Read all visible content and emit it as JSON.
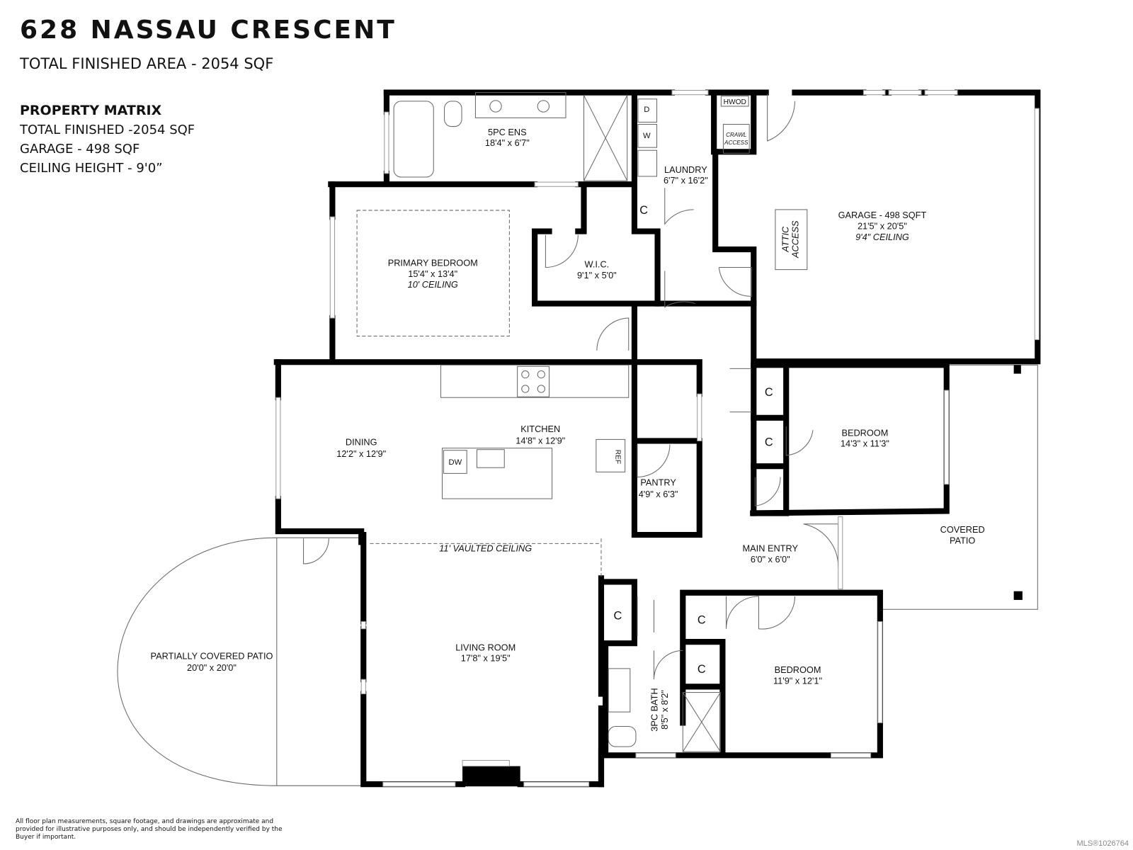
{
  "header": {
    "title": "628 NASSAU CRESCENT",
    "subtitle": "TOTAL FINISHED AREA - 2054 SQF"
  },
  "matrix": {
    "heading": "PROPERTY MATRIX",
    "lines": [
      "TOTAL FINISHED -2054 SQF",
      "GARAGE - 498 SQF",
      "CEILING HEIGHT - 9'0”"
    ]
  },
  "rooms": {
    "ensuite": {
      "name": "5PC ENS",
      "dims": "18'4\" x 6'7\""
    },
    "dryer": "D",
    "washer": "W",
    "laundry": {
      "name": "LAUNDRY",
      "dims": "6'7\" x 16'2\""
    },
    "hwod": "HWOD",
    "crawl": {
      "l1": "CRAWL",
      "l2": "ACCESS"
    },
    "garage": {
      "name": "GARAGE - 498 SQFT",
      "dims": "21'5\" x 20'5\"",
      "ceiling": "9'4\" CEILING"
    },
    "attic": {
      "l1": "ATTIC",
      "l2": "ACCESS"
    },
    "primary": {
      "name": "PRIMARY BEDROOM",
      "dims": "15'4\" x 13'4\"",
      "ceiling": "10' CEILING"
    },
    "wic": {
      "name": "W.I.C.",
      "dims": "9'1\" x 5'0\""
    },
    "dining": {
      "name": "DINING",
      "dims": "12'2\" x 12'9\""
    },
    "kitchen": {
      "name": "KITCHEN",
      "dims": "14'8\" x 12'9\""
    },
    "dw": "DW",
    "ref": "REF",
    "pantry": {
      "name": "PANTRY",
      "dims": "4'9\" x 6'3\""
    },
    "bedroom1": {
      "name": "BEDROOM",
      "dims": "14'3\" x 11'3\""
    },
    "covered_patio": {
      "l1": "COVERED",
      "l2": "PATIO"
    },
    "entry": {
      "name": "MAIN ENTRY",
      "dims": "6'0\" x 6'0\""
    },
    "vaulted": "11' VAULTED CEILING",
    "patio": {
      "name": "PARTIALLY COVERED PATIO",
      "dims": "20'0\" x 20'0\""
    },
    "living": {
      "name": "LIVING ROOM",
      "dims": "17'8\" x 19'5\""
    },
    "bath": {
      "name": "3PC BATH",
      "dims": "8'5\" x 8'2\""
    },
    "bedroom2": {
      "name": "BEDROOM",
      "dims": "11'9\" x 12'1\""
    },
    "closet": "C"
  },
  "disclaimer": "All floor plan measurements, square footage, and drawings are approximate and provided for illustrative purposes only, and should be independently verified by the Buyer if important.",
  "mls": "MLS®1026764"
}
